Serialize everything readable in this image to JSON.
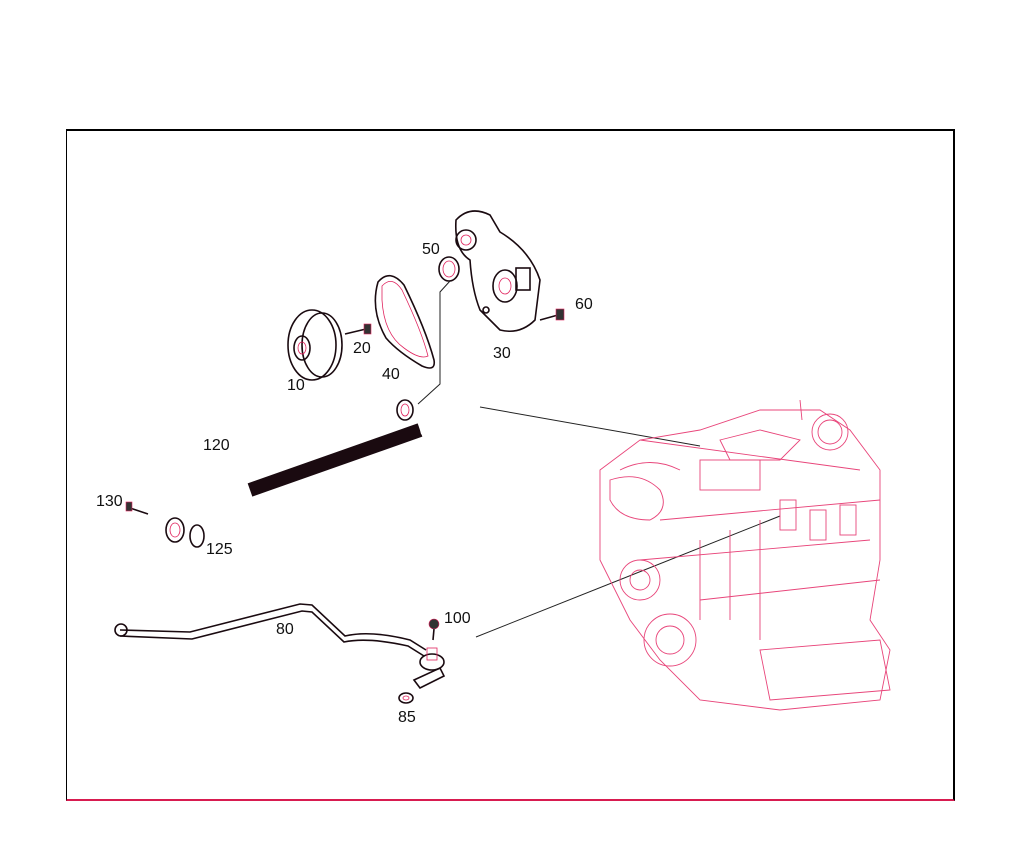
{
  "colors": {
    "part_ink": "#1a0a10",
    "part_edge": "#e0245e",
    "engine_ink": "#e8457a",
    "leader": "#222222",
    "frame": "#000000",
    "frame_bottom": "#d81b50"
  },
  "callouts": [
    {
      "id": "10",
      "label": "10"
    },
    {
      "id": "20",
      "label": "20"
    },
    {
      "id": "30",
      "label": "30"
    },
    {
      "id": "40",
      "label": "40"
    },
    {
      "id": "50",
      "label": "50"
    },
    {
      "id": "60",
      "label": "60"
    },
    {
      "id": "80",
      "label": "80"
    },
    {
      "id": "85",
      "label": "85"
    },
    {
      "id": "100",
      "label": "100"
    },
    {
      "id": "120",
      "label": "120"
    },
    {
      "id": "125",
      "label": "125"
    },
    {
      "id": "130",
      "label": "130"
    }
  ]
}
